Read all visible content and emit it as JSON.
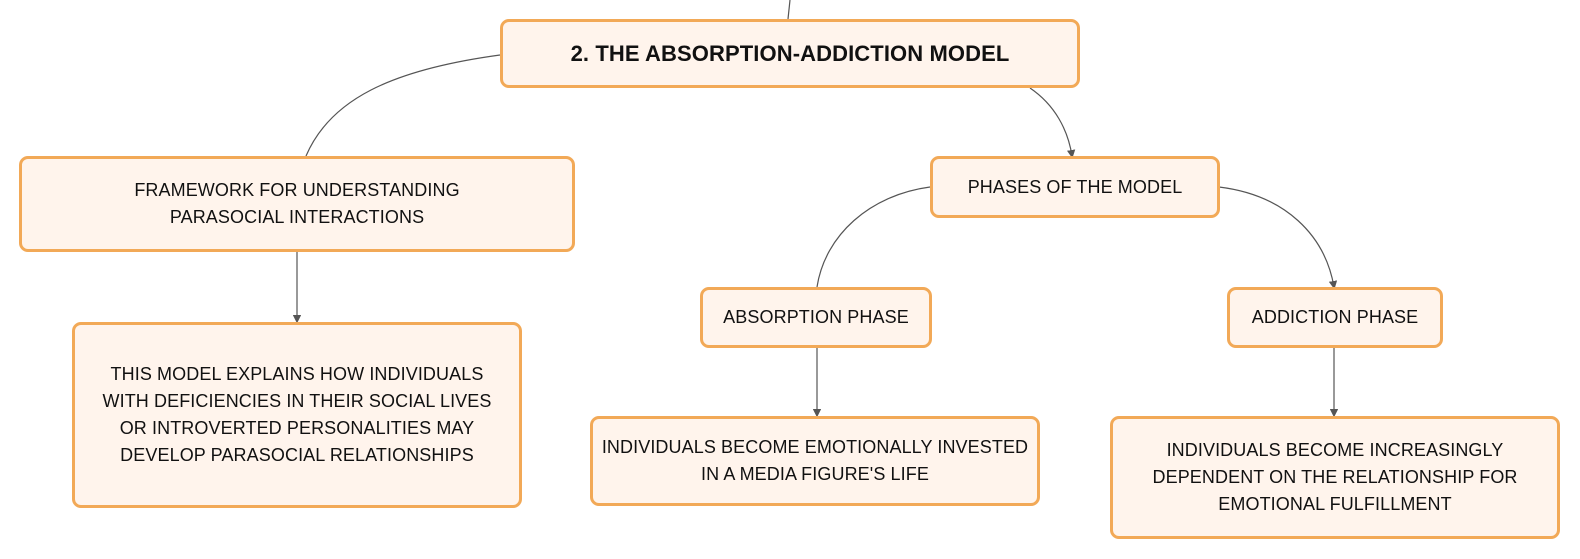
{
  "colors": {
    "node_fill": "#fff4ec",
    "node_border": "#f2a957",
    "connector": "#555555",
    "text": "#111111"
  },
  "nodes": {
    "root": "2. THE ABSORPTION-ADDICTION MODEL",
    "framework": "FRAMEWORK FOR UNDERSTANDING PARASOCIAL INTERACTIONS",
    "framework_detail": "THIS MODEL EXPLAINS HOW INDIVIDUALS WITH DEFICIENCIES IN THEIR SOCIAL LIVES OR INTROVERTED PERSONALITIES MAY DEVELOP PARASOCIAL RELATIONSHIPS",
    "phases": "PHASES OF THE MODEL",
    "absorption": "ABSORPTION PHASE",
    "absorption_detail": "INDIVIDUALS BECOME EMOTIONALLY INVESTED IN A MEDIA FIGURE'S LIFE",
    "addiction": "ADDICTION PHASE",
    "addiction_detail": "INDIVIDUALS BECOME INCREASINGLY DEPENDENT ON THE RELATIONSHIP FOR EMOTIONAL FULFILLMENT"
  }
}
